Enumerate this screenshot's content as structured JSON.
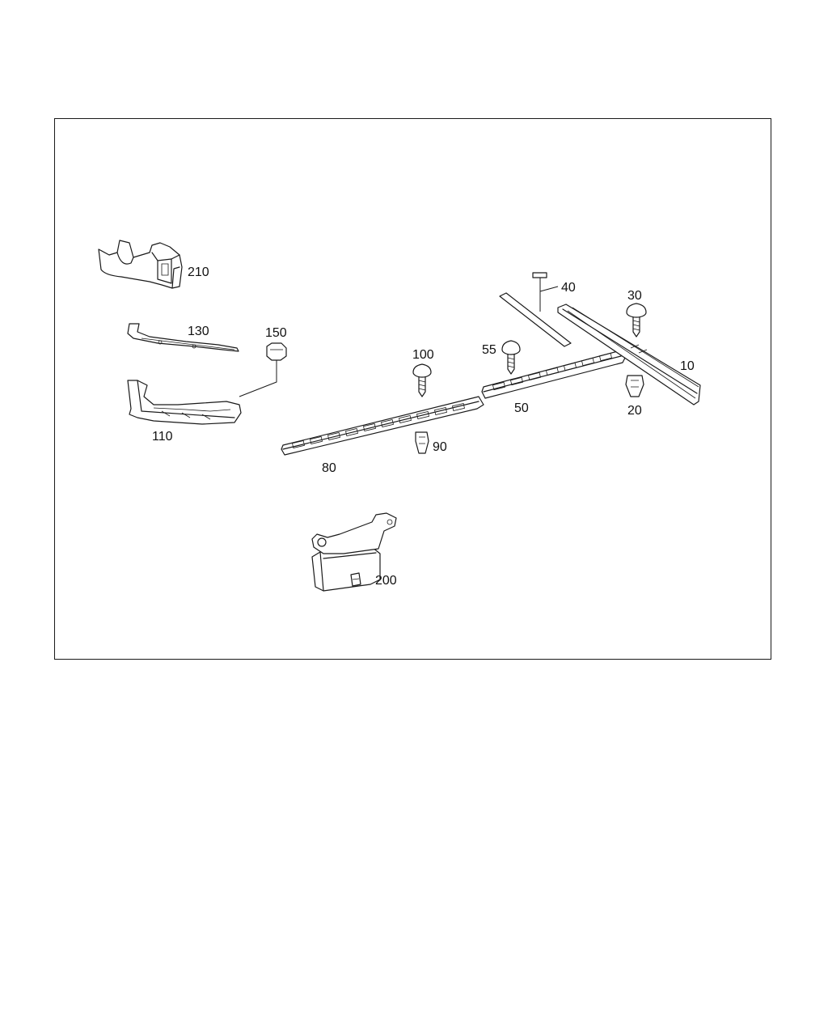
{
  "diagram": {
    "labels": {
      "p10": "10",
      "p20": "20",
      "p30": "30",
      "p40": "40",
      "p50": "50",
      "p55": "55",
      "p80": "80",
      "p90": "90",
      "p100": "100",
      "p110": "110",
      "p130": "130",
      "p150": "150",
      "p200": "200",
      "p210": "210"
    },
    "colors": {
      "line": "#1a1a1a",
      "background": "#ffffff",
      "shade": "#d9d9d9"
    }
  }
}
